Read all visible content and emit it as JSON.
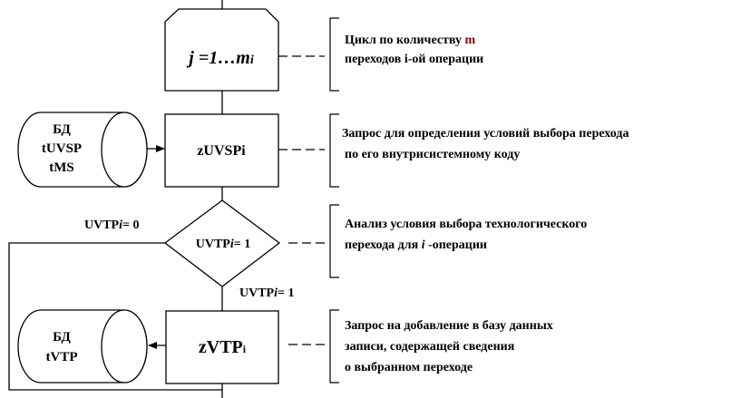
{
  "loop": {
    "prefix": "j =1…m",
    "sub": "i"
  },
  "loop_note": {
    "line1_text": "Цикл по количеству ",
    "line1_highlight": "m",
    "line1_highlight_color": "#8B0000",
    "line2": "переходов i-ой операции"
  },
  "db1": {
    "line1": "БД",
    "line2": "tUVSP",
    "line3": "tMS"
  },
  "query1": {
    "label": "zUVSPi"
  },
  "query1_note": {
    "line1": "Запрос для определения условий выбора перехода",
    "line2": "по его внутрисистемному коду"
  },
  "decision": {
    "prefix": "UVTP",
    "var": "i",
    "suffix": "= 1"
  },
  "branch_no": {
    "prefix": "UVTP",
    "var": "i",
    "suffix": "= 0"
  },
  "branch_yes": {
    "prefix": "UVTP",
    "var": "i",
    "suffix": "= 1"
  },
  "decision_note": {
    "line1": "Анализ условия выбора технологического",
    "line2_pre": "перехода для ",
    "line2_var": "i",
    "line2_post": " -операции"
  },
  "db2": {
    "line1": "БД",
    "line2": "tVTP"
  },
  "query2": {
    "main": "zVTP",
    "sub": "i"
  },
  "query2_note": {
    "line1": "Запрос на добавление в базу данных",
    "line2": "записи, содержащей сведения",
    "line3": "о выбранном переходе"
  }
}
